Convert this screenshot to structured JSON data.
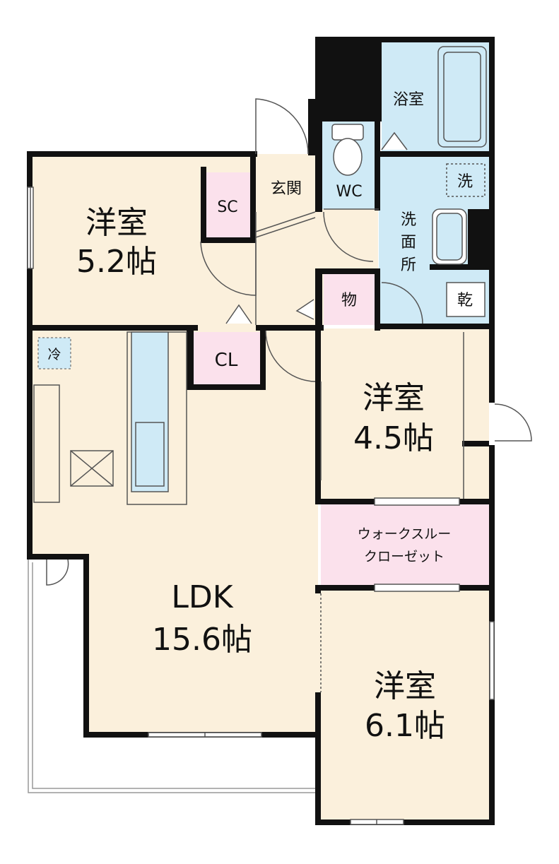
{
  "colors": {
    "room_fill": "#fbf0dc",
    "wet_fill": "#cfeaf6",
    "storage_fill": "#fbe1ec",
    "wall": "#111111",
    "balcony_line": "#999999"
  },
  "rooms": {
    "western1": {
      "name": "洋室",
      "size": "5.2帖"
    },
    "western2": {
      "name": "洋室",
      "size": "4.5帖"
    },
    "western3": {
      "name": "洋室",
      "size": "6.1帖"
    },
    "ldk": {
      "name": "LDK",
      "size": "15.6帖"
    },
    "bath": {
      "name": "浴室"
    },
    "washroom": {
      "line1": "洗",
      "line2": "面",
      "line3": "所"
    },
    "wc": {
      "name": "WC"
    },
    "entrance": {
      "name": "玄関"
    },
    "sc": {
      "name": "SC"
    },
    "cl": {
      "name": "CL"
    },
    "storage": {
      "name": "物"
    },
    "wic": {
      "line1": "ウォークスルー",
      "line2": "クローゼット"
    },
    "laundry": {
      "name": "洗"
    },
    "dryer": {
      "name": "乾"
    },
    "fridge": {
      "name": "冷"
    }
  }
}
